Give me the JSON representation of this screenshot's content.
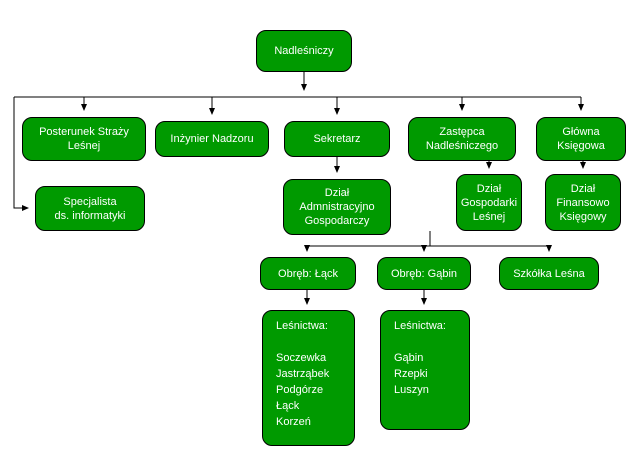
{
  "diagram": {
    "type": "org-chart",
    "background_color": "#FFFFFF",
    "node_fill_color": "#009A00",
    "node_border_color": "#000000",
    "node_text_color": "#FFFFFF",
    "connector_color": "#000000"
  },
  "nodes": {
    "nadlesniczy": {
      "label": "Nadleśniczy"
    },
    "posterunek": {
      "label": "Posterunek Straży\nLeśnej"
    },
    "inzynier": {
      "label": "Inżynier Nadzoru"
    },
    "sekretarz": {
      "label": "Sekretarz"
    },
    "zastepca": {
      "label": "Zastępca\nNadleśniczego"
    },
    "glowna": {
      "label": "Główna\nKsięgowa"
    },
    "specjalista": {
      "label": "Specjalista\nds. informatyki"
    },
    "dzial_adm": {
      "label": "Dział\nAdmnistracyjno\nGospodarczy"
    },
    "dzial_gosp": {
      "label": "Dział\nGospodarki\nLeśnej"
    },
    "dzial_fin": {
      "label": "Dział\nFinansowo\nKsięgowy"
    },
    "obreb_lack": {
      "label": "Obręb: Łąck"
    },
    "obreb_gabin": {
      "label": "Obręb: Gąbin"
    },
    "szkolka": {
      "label": "Szkółka Leśna"
    },
    "lesnictwa_lack": {
      "label": "Leśnictwa:\n\nSoczewka\nJastrząbek\nPodgórze\nŁąck\nKorzeń"
    },
    "lesnictwa_gabin": {
      "label": "Leśnictwa:\n\nGąbin\nRzepki\nLuszyn"
    }
  }
}
